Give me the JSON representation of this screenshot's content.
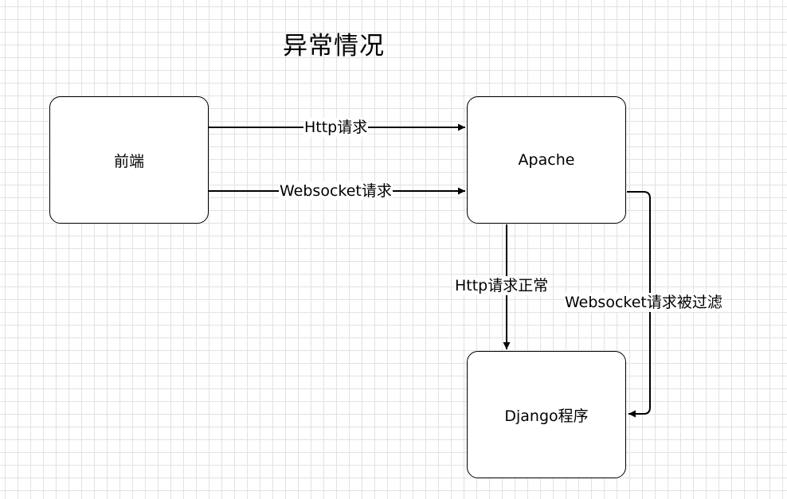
{
  "diagram": {
    "title": "异常情况",
    "nodes": {
      "frontend": "前端",
      "apache": "Apache",
      "django": "Django程序"
    },
    "edges": {
      "frontend_to_apache_http": "Http请求",
      "frontend_to_apache_websocket": "Websocket请求",
      "apache_to_django_http": "Http请求正常",
      "apache_to_django_websocket": "Websocket请求被过滤"
    },
    "colors": {
      "grid": "#e2e2e2",
      "stroke": "#000000",
      "background": "#ffffff"
    }
  }
}
